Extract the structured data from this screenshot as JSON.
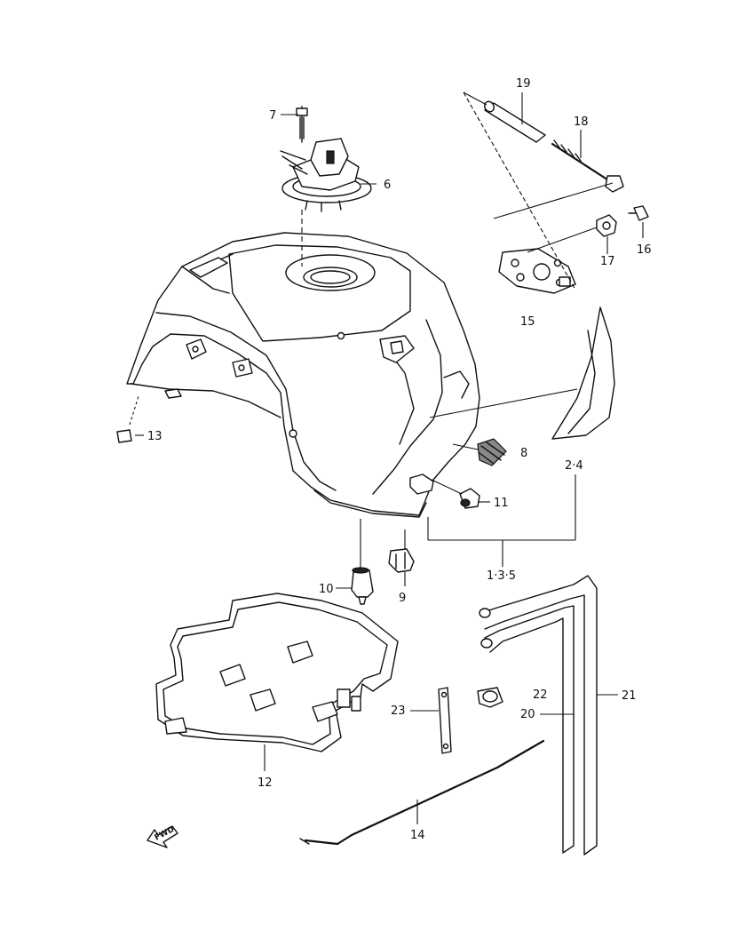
{
  "callouts": {
    "p1": "19",
    "p2": "18",
    "p3": "7",
    "p4": "6",
    "p5": "16",
    "p6": "17",
    "p7": "15",
    "p8": "13",
    "p9": "8",
    "p10": "2·4",
    "p11": "11",
    "p12": "1·3·5",
    "p13": "10",
    "p14": "9",
    "p15": "22",
    "p16": "21",
    "p17": "23",
    "p18": "20",
    "p19": "12",
    "p20": "14"
  },
  "fwd_label": "FWD"
}
